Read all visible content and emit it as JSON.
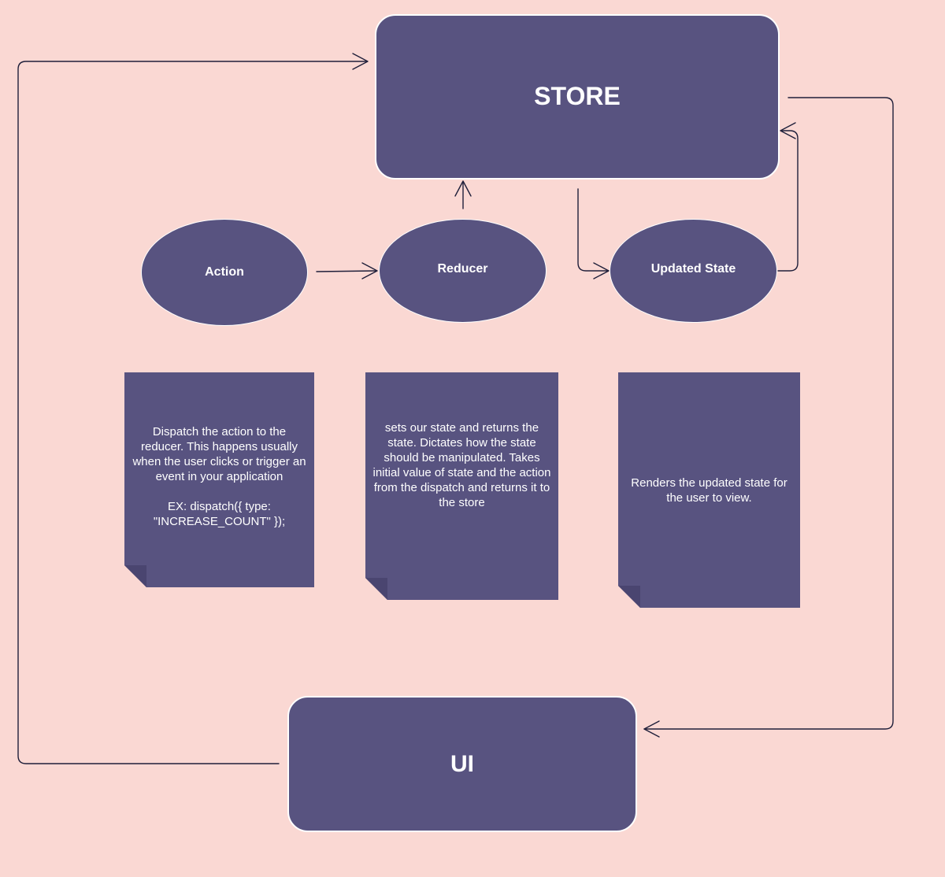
{
  "diagram": {
    "nodes": {
      "store": "STORE",
      "ui": "UI",
      "action": "Action",
      "reducer": "Reducer",
      "updated_state": "Updated State"
    },
    "notes": {
      "action": "Dispatch the action to the\nreducer. This happens usually\nwhen the user clicks or trigger an\nevent in your application\n\nEX: dispatch({ type:\n\"INCREASE_COUNT\" });",
      "reducer": "sets our state and returns the\nstate. Dictates how the state\nshould be manipulated. Takes\ninitial value of state and the action\nfrom the dispatch and returns it to\nthe store",
      "updated_state": "Renders the updated state for\nthe user to view."
    },
    "edges": [
      {
        "from": "action",
        "to": "reducer"
      },
      {
        "from": "reducer",
        "to": "store"
      },
      {
        "from": "store",
        "to": "updated_state"
      },
      {
        "from": "updated_state",
        "to": "store"
      },
      {
        "from": "store",
        "to": "ui"
      },
      {
        "from": "ui",
        "to": "store"
      }
    ],
    "colors": {
      "background": "#fad8d3",
      "node_fill": "#585380",
      "node_text": "#ffffff",
      "connector": "#1f1f3a"
    }
  }
}
